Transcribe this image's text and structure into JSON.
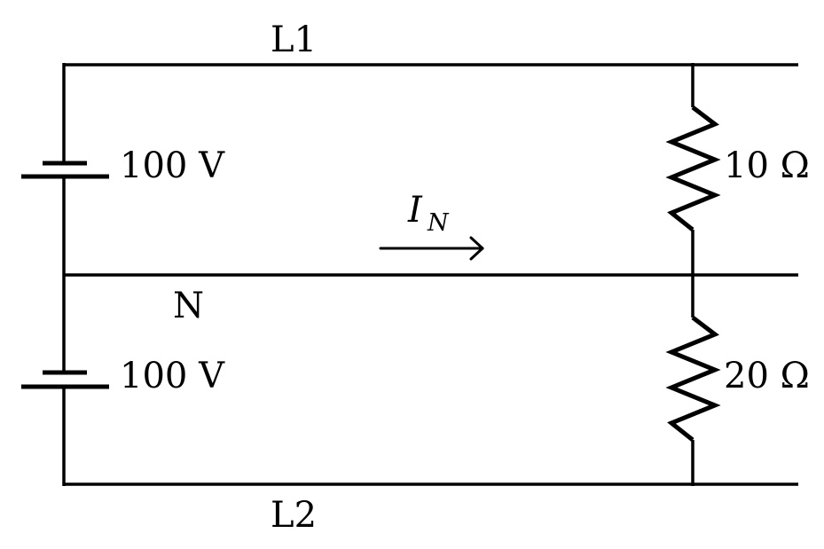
{
  "labels": {
    "l1": "L1",
    "l2": "L2",
    "neutral": "N",
    "source_top": "100 V",
    "source_bottom": "100 V",
    "resistor_top": "10 Ω",
    "resistor_bottom": "20 Ω",
    "current_symbol": "I",
    "current_subscript": "N"
  }
}
